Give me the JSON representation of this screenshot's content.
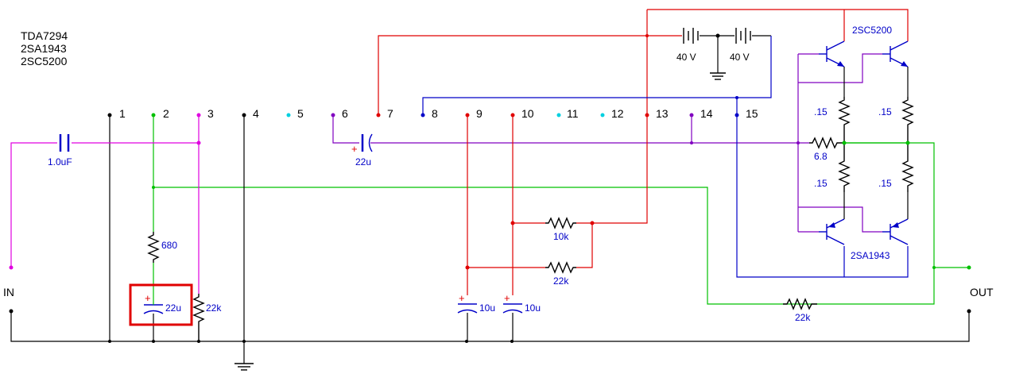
{
  "title_lines": [
    "TDA7294",
    "2SA1943",
    "2SC5200"
  ],
  "pins": [
    "1",
    "2",
    "3",
    "4",
    "5",
    "6",
    "7",
    "8",
    "9",
    "10",
    "11",
    "12",
    "13",
    "14",
    "15"
  ],
  "labels": {
    "input": "IN",
    "output": "OUT",
    "npn_part": "2SC5200",
    "pnp_part": "2SA1943"
  },
  "components": {
    "c_in": "1.0uF",
    "c_pin6": "22u",
    "r_680": "680",
    "c_22u_highlighted": "22u",
    "r_22k_pin3": "22k",
    "r_10k": "10k",
    "r_22k_mid": "22k",
    "c_10u_a": "10u",
    "c_10u_b": "10u",
    "batt_1": "40 V",
    "batt_2": "40 V",
    "r_emitter_1": ".15",
    "r_emitter_2": ".15",
    "r_emitter_3": ".15",
    "r_emitter_4": ".15",
    "r_6_8": "6.8",
    "r_feedback": "22k"
  },
  "polarity_mark": "+",
  "colors": {
    "black": "#000000",
    "green": "#00c000",
    "magenta": "#e000e0",
    "red": "#e00000",
    "blue": "#0000c8",
    "purple": "#8000c0",
    "cyan": "#00d0e0",
    "highlight": "#e00000"
  }
}
